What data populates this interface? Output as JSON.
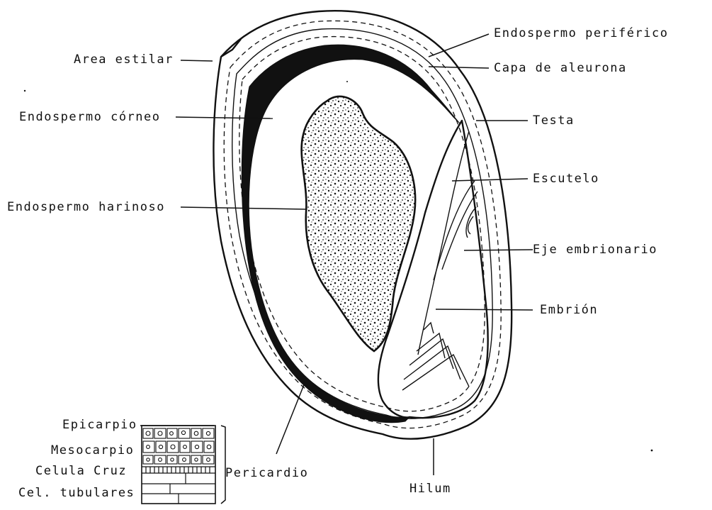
{
  "diagram": {
    "labels": {
      "area_estilar": "Area estilar",
      "endospermo_periferico": "Endospermo periférico",
      "capa_aleurona": "Capa de aleurona",
      "endospermo_corneo": "Endospermo córneo",
      "testa": "Testa",
      "escutelo": "Escutelo",
      "endospermo_harinoso": "Endospermo harinoso",
      "eje_embrionario": "Eje embrionario",
      "embrion": "Embrión",
      "epicarpio": "Epicarpio",
      "mesocarpio": "Mesocarpio",
      "celula_cruz": "Celula Cruz",
      "cel_tubulares": "Cel. tubulares",
      "pericardio": "Pericardio",
      "hilum": "Hilum"
    }
  }
}
